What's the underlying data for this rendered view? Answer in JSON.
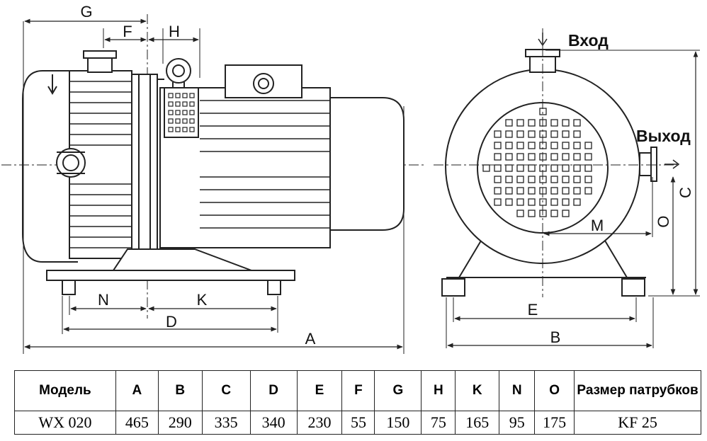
{
  "drawing": {
    "labels": {
      "g": "G",
      "f": "F",
      "h": "H",
      "n": "N",
      "k": "K",
      "d": "D",
      "a": "A",
      "e": "E",
      "b": "B",
      "m": "M",
      "o": "O",
      "c": "C"
    },
    "callouts": {
      "inlet": "Вход",
      "outlet": "Выход"
    }
  },
  "table": {
    "headers": [
      "Модель",
      "A",
      "B",
      "C",
      "D",
      "E",
      "F",
      "G",
      "H",
      "K",
      "N",
      "O",
      "Размер патрубков"
    ],
    "row": [
      "WX 020",
      "465",
      "290",
      "335",
      "340",
      "230",
      "55",
      "150",
      "75",
      "165",
      "95",
      "175",
      "KF 25"
    ]
  },
  "colors": {
    "line": "#222222",
    "background": "#ffffff"
  }
}
